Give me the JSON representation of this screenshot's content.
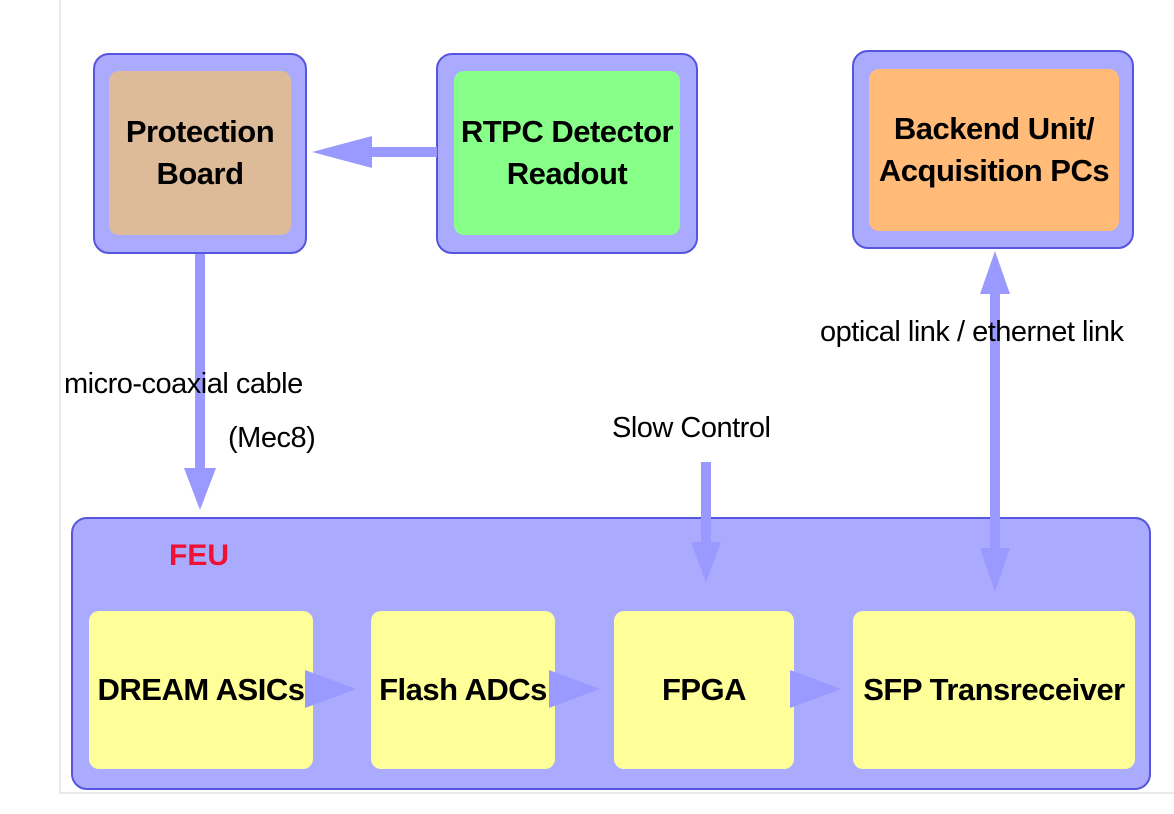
{
  "blocks": {
    "protection_board": "Protection\nBoard",
    "rtpc_detector": "RTPC Detector\nReadout",
    "backend_unit": "Backend Unit/\nAcquisition PCs",
    "dream_asics": "DREAM ASICs",
    "flash_adcs": "Flash ADCs",
    "fpga": "FPGA",
    "sfp": "SFP Transreceiver"
  },
  "container": {
    "title": "FEU"
  },
  "labels": {
    "cable_line1": "micro-coaxial cable",
    "cable_line2": "(Mec8)",
    "slow_control": "Slow Control",
    "optical_link": "optical link / ethernet link"
  },
  "colors": {
    "outer_fill": "#aaaaff",
    "outer_border": "#5555dd",
    "arrow": "#9999ff",
    "protection_fill": "#ddbb99",
    "rtpc_fill": "#88ff88",
    "backend_fill": "#ffbb77",
    "feu_inner_fill": "#ffff99",
    "feu_title": "#ee1133"
  }
}
